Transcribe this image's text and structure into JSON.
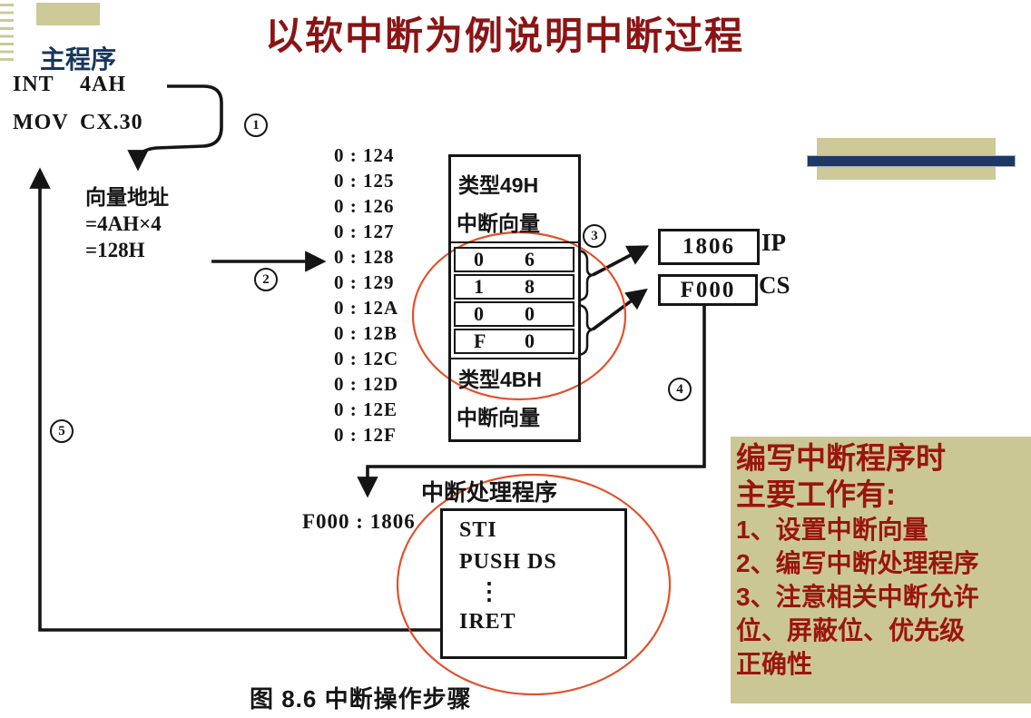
{
  "slide": {
    "title": "以软中断为例说明中断过程",
    "main_program_label": "主程序",
    "caption": "图 8.6   中断操作步骤"
  },
  "main_code": {
    "lines": [
      [
        "INT",
        "4AH"
      ],
      [
        "MOV",
        "CX.30"
      ]
    ]
  },
  "vector_address": {
    "lines": [
      "向量地址",
      "=4AH×4",
      "=128H"
    ]
  },
  "steps": {
    "s1": "1",
    "s2": "2",
    "s3": "3",
    "s4": "4",
    "s5": "5"
  },
  "memory": {
    "addresses": [
      "0 : 124",
      "0 : 125",
      "0 : 126",
      "0 : 127",
      "0 : 128",
      "0 : 129",
      "0 : 12A",
      "0 : 12B",
      "0 : 12C",
      "0 : 12D",
      "0 : 12E",
      "0 : 12F"
    ],
    "table": {
      "type_top": "类型49H",
      "vector_top": "中断向量",
      "bytes": [
        [
          "0",
          "6"
        ],
        [
          "1",
          "8"
        ],
        [
          "0",
          "0"
        ],
        [
          "F",
          "0"
        ]
      ],
      "type_bottom": "类型4BH",
      "vector_bottom": "中断向量"
    }
  },
  "registers": {
    "ip_value": "1806",
    "ip_label": "IP",
    "cs_value": "F000",
    "cs_label": "CS"
  },
  "handler": {
    "title": "中断处理程序",
    "entry": "F000 : 1806",
    "lines": [
      "STI",
      "PUSH DS",
      "⋮",
      "IRET"
    ]
  },
  "notes": {
    "heading": [
      "编写中断程序时",
      "主要工作有:"
    ],
    "items": [
      "1、设置中断向量",
      "2、编写中断处理程序",
      "3、注意相关中断允许",
      "位、屏蔽位、优先级",
      "正确性"
    ]
  },
  "colors": {
    "title_red": "#8b1414",
    "label_blue": "#17375e",
    "khaki": "#cdc998",
    "navy_bar": "#1f3864",
    "ink": "#151515",
    "ellipse_red": "#e2512c",
    "notes_bg": "#cbc795",
    "notes_fg": "#9a150d"
  }
}
